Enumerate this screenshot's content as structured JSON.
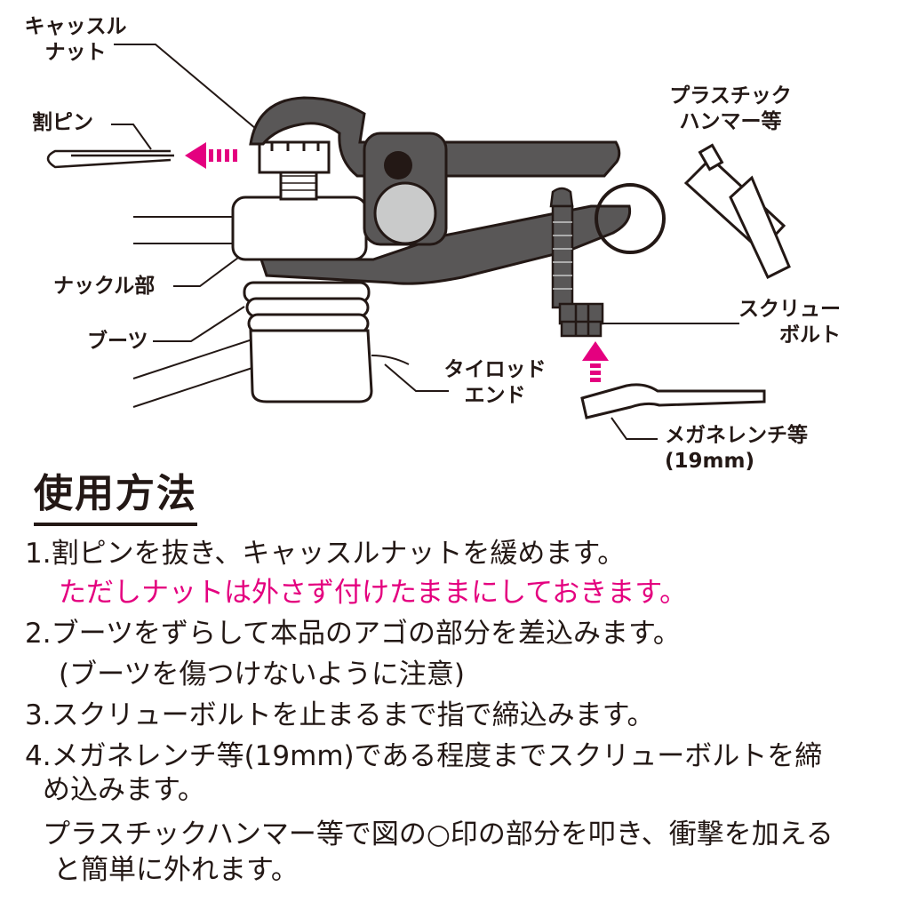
{
  "colors": {
    "tool_body": "#595757",
    "outline": "#231815",
    "accent_arrow": "#e4007f",
    "note_text": "#e4007f"
  },
  "labels": {
    "castle_nut": [
      "キャッスル",
      "ナット"
    ],
    "cotter_pin": "割ピン",
    "plastic_hammer": [
      "プラスチック",
      "ハンマー等"
    ],
    "knuckle": "ナックル部",
    "boot": "ブーツ",
    "screw_bolt": [
      "スクリュー",
      "ボルト"
    ],
    "tie_rod_end": [
      "タイロッド",
      "エンド"
    ],
    "wrench": [
      "メガネレンチ等",
      "(19mm)"
    ]
  },
  "heading": "使用方法",
  "steps": [
    {
      "text": "1.割ピンを抜き、キャッスルナットを緩めます。",
      "style": "normal"
    },
    {
      "text": "ただしナットは外さず付けたままにしておきます。",
      "style": "note"
    },
    {
      "text": "2.ブーツをずらして本品のアゴの部分を差込みます。",
      "style": "normal"
    },
    {
      "text": "(ブーツを傷つけないように注意)",
      "style": "normal"
    },
    {
      "text": "3.スクリューボルトを止まるまで指で締込みます。",
      "style": "normal"
    },
    {
      "text": "4.メガネレンチ等(19mm)である程度までスクリューボルトを締",
      "style": "normal"
    },
    {
      "text": "め込みます。",
      "style": "normal"
    },
    {
      "text": "プラスチックハンマー等で図の○印の部分を叩き、衝撃を加える",
      "style": "normal"
    },
    {
      "text": "と簡単に外れます。",
      "style": "normal"
    }
  ]
}
